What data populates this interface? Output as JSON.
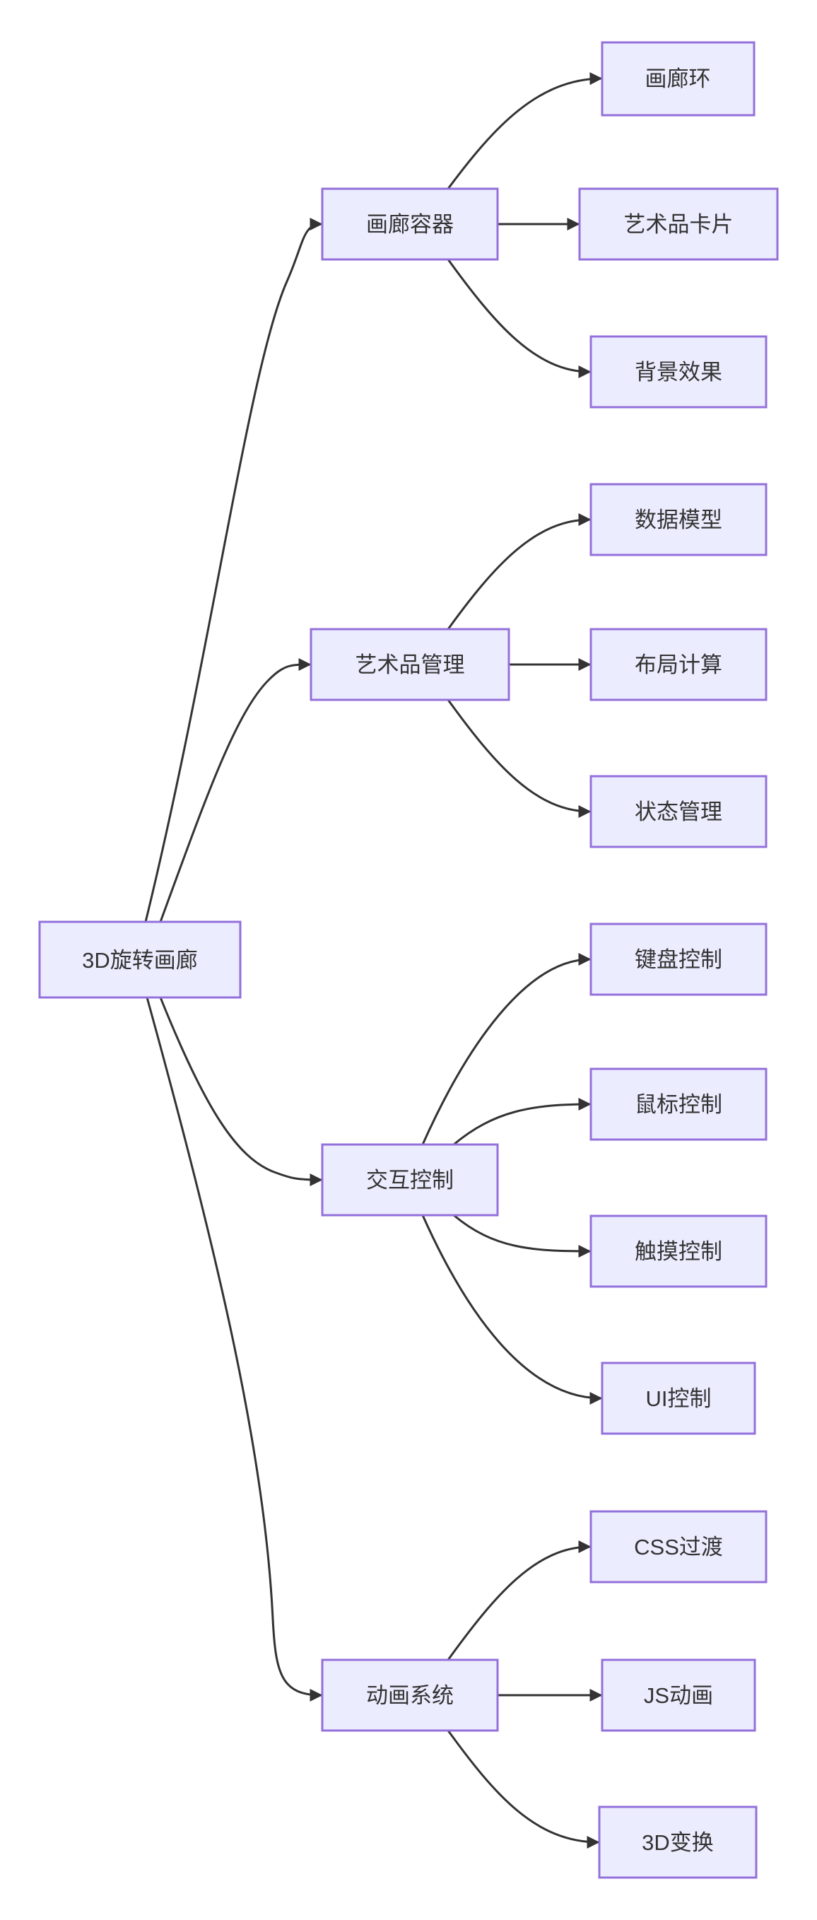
{
  "style": {
    "background": "#FFFFFF",
    "node_fill": "#ECECFF",
    "node_border": "#9370DB",
    "edge_color": "#333333",
    "text_color": "#333333"
  },
  "diagram": {
    "type": "flowchart-left-to-right",
    "root": {
      "label": "3D旋转画廊"
    },
    "branches": [
      {
        "label": "画廊容器",
        "children": [
          {
            "label": "画廊环"
          },
          {
            "label": "艺术品卡片"
          },
          {
            "label": "背景效果"
          }
        ]
      },
      {
        "label": "艺术品管理",
        "children": [
          {
            "label": "数据模型"
          },
          {
            "label": "布局计算"
          },
          {
            "label": "状态管理"
          }
        ]
      },
      {
        "label": "交互控制",
        "children": [
          {
            "label": "键盘控制"
          },
          {
            "label": "鼠标控制"
          },
          {
            "label": "触摸控制"
          },
          {
            "label": "UI控制"
          }
        ]
      },
      {
        "label": "动画系统",
        "children": [
          {
            "label": "CSS过渡"
          },
          {
            "label": "JS动画"
          },
          {
            "label": "3D变换"
          }
        ]
      }
    ]
  }
}
